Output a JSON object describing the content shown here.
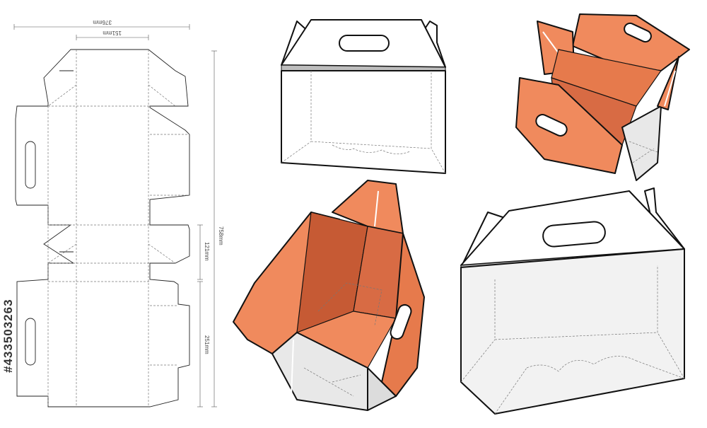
{
  "dieline": {
    "dim_total_width": "376mm",
    "dim_panel_width": "151mm",
    "dim_total_height": "758mm",
    "dim_side_height": "121mm",
    "dim_front_height": "251mm"
  },
  "stock_id": "#433503263",
  "colors": {
    "board_outside": "#ffffff",
    "board_inside": "#f08a5d",
    "board_inside_dark": "#d86b44",
    "board_inside_shadow": "#b9532f",
    "line": "#111111",
    "fold": "#888888"
  }
}
